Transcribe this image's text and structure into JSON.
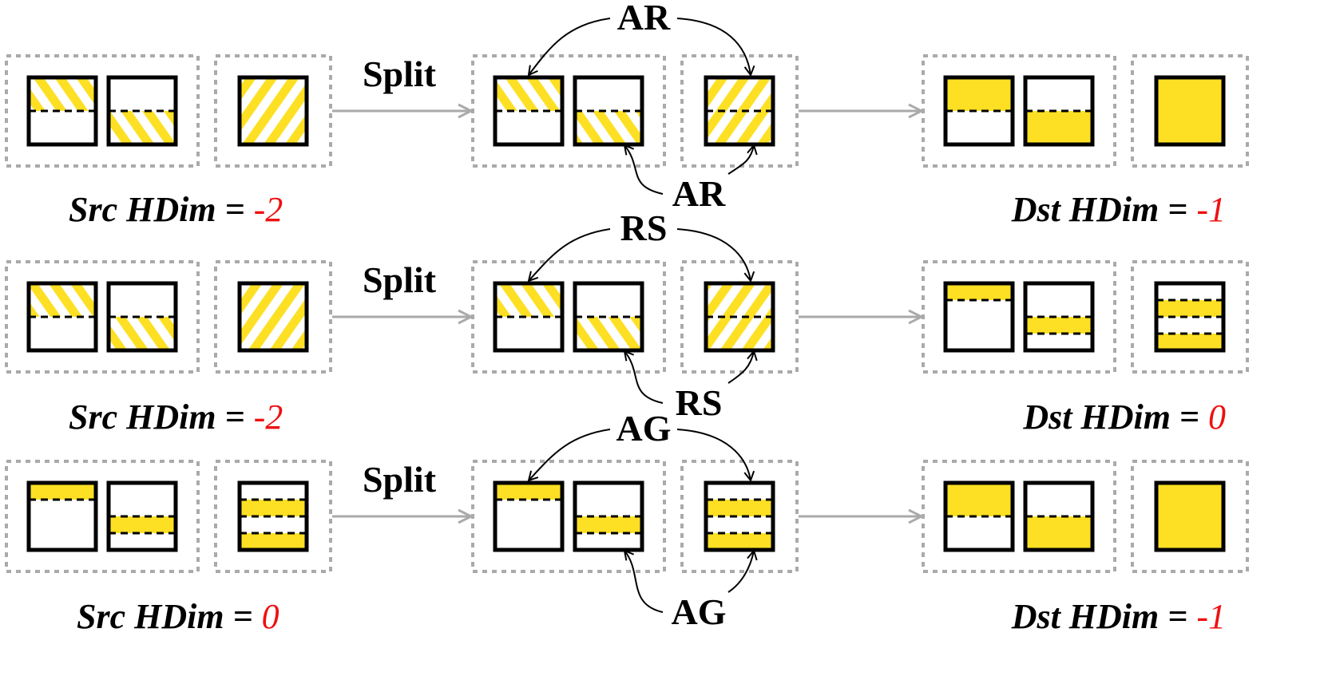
{
  "colors": {
    "fill": "#fde024",
    "hatch": "#fde024",
    "border": "#000000",
    "group_border": "#aaaaaa",
    "arrow": "#aaaaaa",
    "value": "#ee1111"
  },
  "rows": [
    {
      "split_label": "Split",
      "op_top": "AR",
      "op_bottom": "AR",
      "src_caption": {
        "text": "Src HDim =",
        "value": "-2"
      },
      "dst_caption": {
        "text": "Dst HDim =",
        "value": "-1"
      },
      "src_pattern": [
        "hatch-top",
        "hatch-bottom",
        "hatch-full"
      ],
      "mid_pattern": [
        "hatch-top",
        "hatch-bottom",
        "hatch-full-split"
      ],
      "dst_pattern": [
        "fill-top",
        "fill-bottom",
        "fill-full"
      ]
    },
    {
      "split_label": "Split",
      "op_top": "RS",
      "op_bottom": "RS",
      "src_caption": {
        "text": "Src HDim =",
        "value": "-2"
      },
      "dst_caption": {
        "text": "Dst HDim =",
        "value": "0"
      },
      "src_pattern": [
        "hatch-top",
        "hatch-bottom",
        "hatch-full"
      ],
      "mid_pattern": [
        "hatch-top",
        "hatch-bottom",
        "hatch-full-split"
      ],
      "dst_pattern": [
        "fill-top-q",
        "fill-mid-q",
        "fill-quarters"
      ]
    },
    {
      "split_label": "Split",
      "op_top": "AG",
      "op_bottom": "AG",
      "src_caption": {
        "text": "Src HDim =",
        "value": "0"
      },
      "dst_caption": {
        "text": "Dst HDim =",
        "value": "-1"
      },
      "src_pattern": [
        "fill-top-q",
        "fill-mid-q",
        "fill-quarters"
      ],
      "mid_pattern": [
        "fill-top-q",
        "fill-mid-q",
        "fill-quarters"
      ],
      "dst_pattern": [
        "fill-top",
        "fill-bottom",
        "fill-full"
      ]
    }
  ]
}
